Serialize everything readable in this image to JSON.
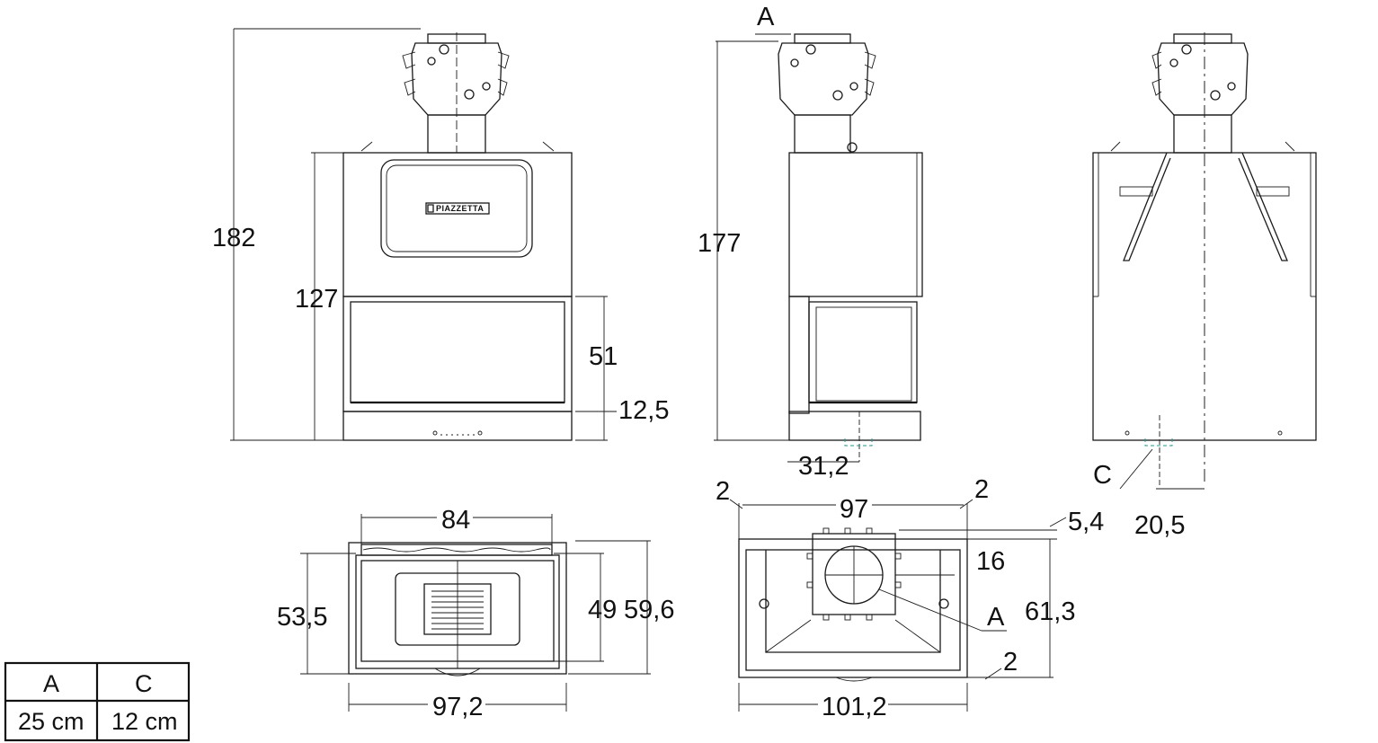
{
  "dimensions": {
    "front_total_height": "182",
    "front_body_height": "127",
    "front_opening_height": "51",
    "front_base_height": "12,5",
    "side_total_height": "177",
    "side_outlet_offset": "31,2",
    "back_outlet_offset": "20,5",
    "top_inner_width": "84",
    "top_outer_width": "97,2",
    "top_depth_left": "53,5",
    "top_depth_inner": "49",
    "top_depth_outer": "59,6",
    "plan_inner_width": "97",
    "plan_outer_width": "101,2",
    "plan_margin_left": "2",
    "plan_margin_right": "2",
    "plan_margin_bottom": "2",
    "plan_offset_top": "5,4",
    "plan_offset_inner": "16",
    "plan_depth": "61,3"
  },
  "labels": {
    "flue_a_side": "A",
    "flue_a_plan": "A",
    "air_c_back": "C"
  },
  "brand": "PIAZZETTA",
  "table": {
    "headers": [
      "A",
      "C"
    ],
    "values": [
      "25 cm",
      "12 cm"
    ]
  }
}
